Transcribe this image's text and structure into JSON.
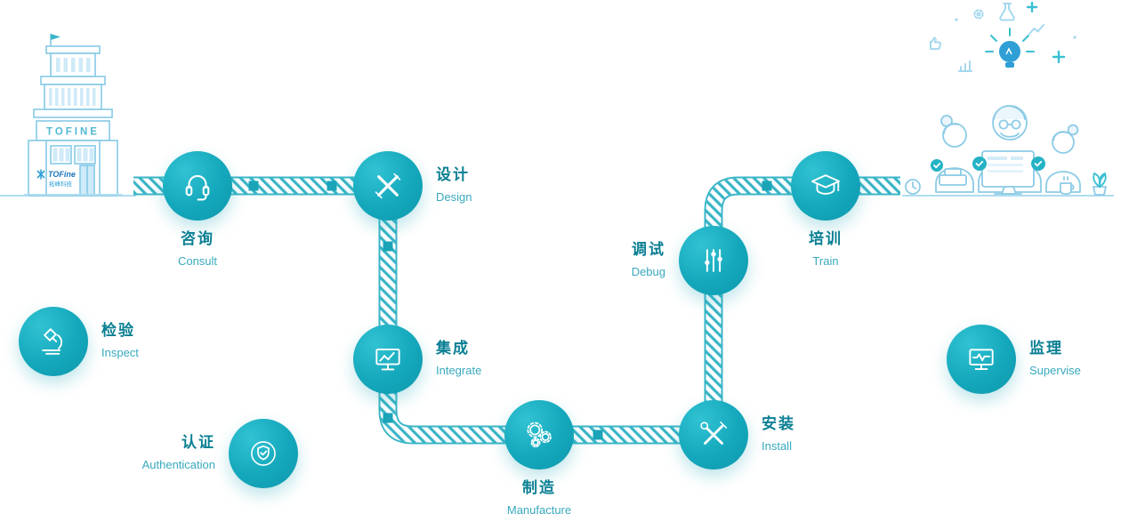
{
  "diagram": {
    "brand": {
      "building_sign": "TOFINE",
      "logo_text": "TOFine",
      "logo_sub": "拓峰科技"
    },
    "steps": [
      {
        "zh": "咨询",
        "en": "Consult",
        "icon": "headset"
      },
      {
        "zh": "设计",
        "en": "Design",
        "icon": "design-tools"
      },
      {
        "zh": "集成",
        "en": "Integrate",
        "icon": "monitor-chart"
      },
      {
        "zh": "制造",
        "en": "Manufacture",
        "icon": "gears"
      },
      {
        "zh": "安装",
        "en": "Install",
        "icon": "crossed-tools"
      },
      {
        "zh": "调试",
        "en": "Debug",
        "icon": "sliders"
      },
      {
        "zh": "培训",
        "en": "Train",
        "icon": "graduation-cap"
      },
      {
        "zh": "检验",
        "en": "Inspect",
        "icon": "microscope"
      },
      {
        "zh": "认证",
        "en": "Authentication",
        "icon": "shield-check"
      },
      {
        "zh": "监理",
        "en": "Supervise",
        "icon": "monitor-pulse"
      }
    ],
    "colors": {
      "accent": "#14a7bb",
      "road": "#3ab5c7",
      "zh_text": "#0a7f93",
      "en_text": "#38a9be",
      "illustration_line": "#8ccbe6",
      "illustration_accent": "#2f9fd6"
    }
  }
}
